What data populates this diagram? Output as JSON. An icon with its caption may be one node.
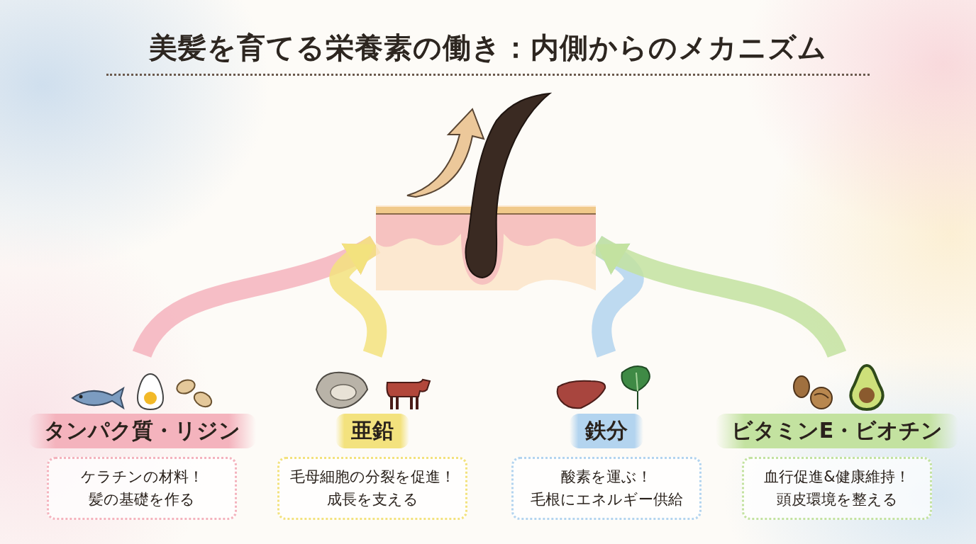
{
  "diagram": {
    "title": "美髪を育てる栄養素の働き：内側からのメカニズム",
    "nodes": [
      {
        "text": [],
        "shape": "picture"
      },
      {
        "text": [
          "タンパク質・リジン",
          "ケラチンの材料！髪の基礎を作る"
        ]
      },
      {
        "text": [
          "亜鉛",
          "毛母細胞の分裂を促進！成長を支える"
        ]
      },
      {
        "text": [
          "鉄分",
          "酸素を運ぶ！毛根にエネルギー供給"
        ]
      },
      {
        "text": [
          "ビタミンE・ビオチン",
          "血行促進&健康維持！頭皮環境を整える"
        ]
      }
    ],
    "edges": [
      {
        "from": 1,
        "to": 0,
        "arrow": "to",
        "color": "#f4b3bd"
      },
      {
        "from": 2,
        "to": 0,
        "arrow": "to",
        "color": "#f3e27e"
      },
      {
        "from": 3,
        "to": 0,
        "arrow": "to",
        "color": "#b3d4ef"
      },
      {
        "from": 4,
        "to": 0,
        "arrow": "to",
        "color": "#c3e2a0"
      }
    ]
  }
}
